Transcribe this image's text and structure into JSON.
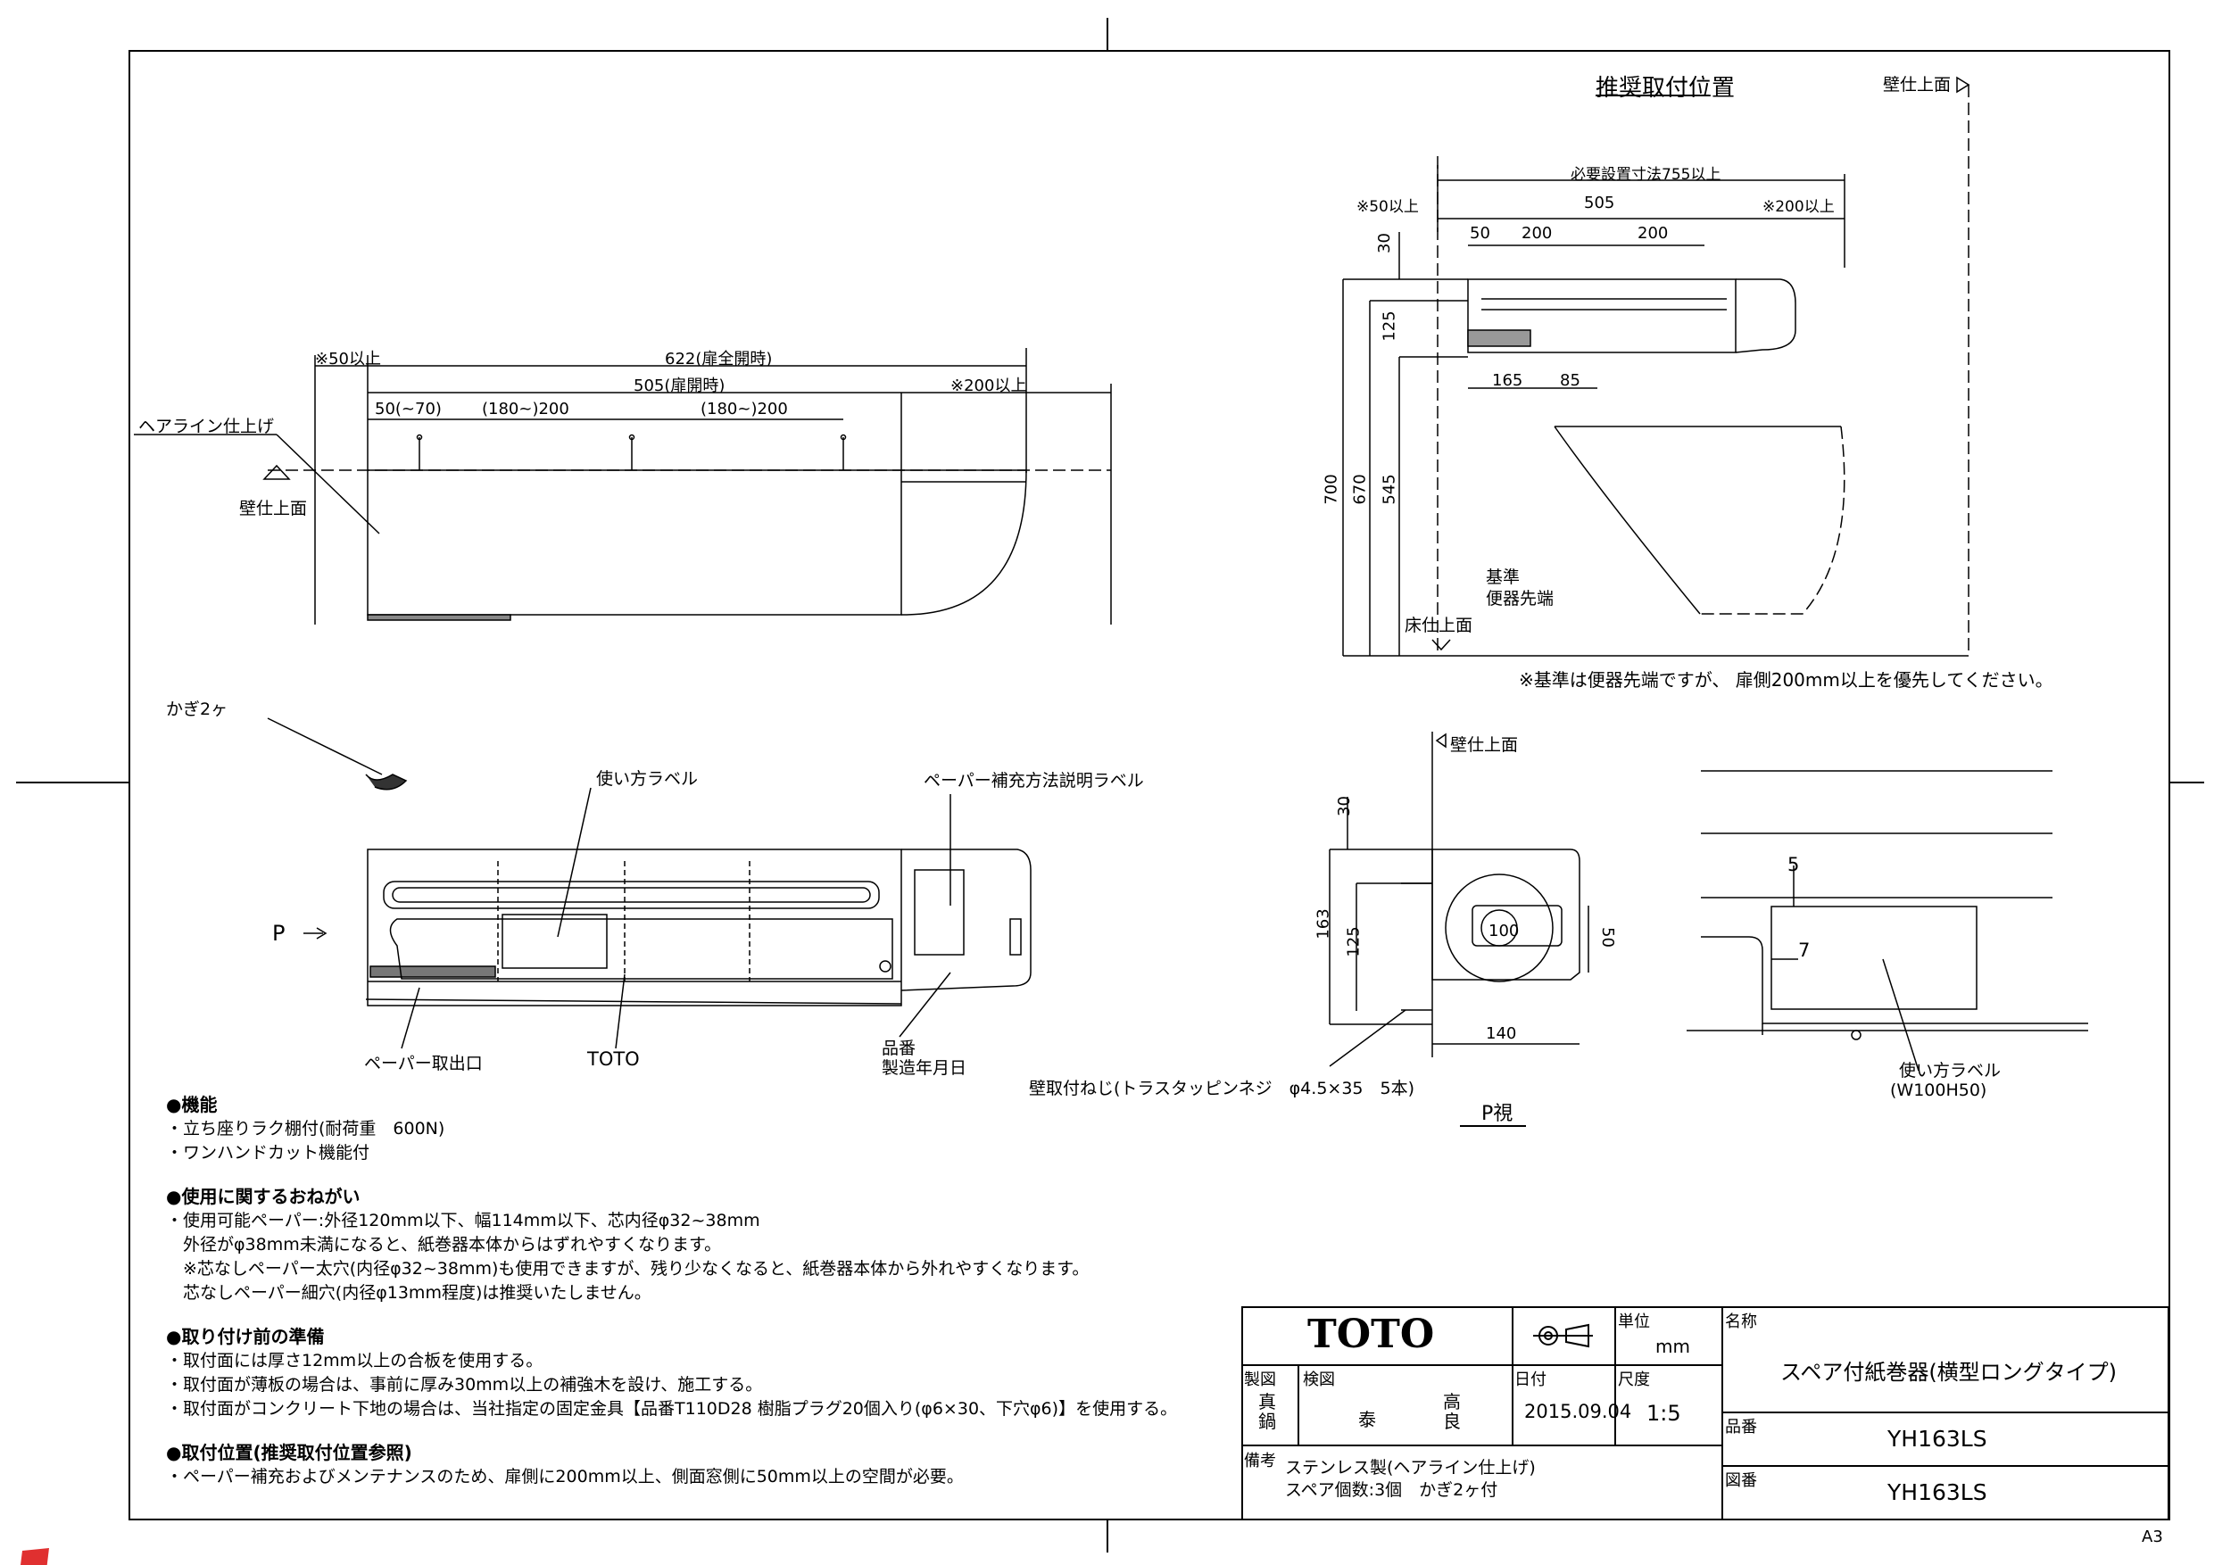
{
  "drawing_labels": {
    "hairline": "ヘアライン仕上げ",
    "wall_surface": "壁仕上面",
    "wall_surface2": "壁仕上面",
    "wall_surface3": "壁仕上面",
    "floor_surface": "床仕上面",
    "hooks": "かぎ2ヶ",
    "usage_label": "使い方ラベル",
    "refill_label": "ペーパー補充方法説明ラベル",
    "paper_outlet": "ペーパー取出口",
    "toto_mark": "TOTO",
    "part_number": "品番",
    "mfg_date": "製造年月日",
    "p_arrow": "P",
    "recommended_position": "推奨取付位置",
    "basis": "基準",
    "toilet_front": "便器先端",
    "basis_note": "※基準は便器先端ですが、 扉側200mm以上を優先してください。",
    "screws": "壁取付ねじ(トラスタッピンネジ　φ4.5×35　5本)",
    "p_view": "P視",
    "usage_label2": "使い方ラベル",
    "usage_label2_size": "(W100H50)",
    "sheet_size": "A3"
  },
  "dimensions": {
    "front": {
      "d50min": "※50以上",
      "d622": "622(扉全開時)",
      "d505": "505(扉開時)",
      "d200min": "※200以上",
      "d50_70": "50(~70)",
      "d180_200a": "(180~)200",
      "d180_200b": "(180~)200"
    },
    "top": {
      "d755": "必要設置寸法755以上",
      "d50min": "※50以上",
      "d505": "505",
      "d200min": "※200以上",
      "d50": "50",
      "d200a": "200",
      "d200b": "200",
      "d30": "30",
      "d125": "125",
      "d700": "700",
      "d670": "670",
      "d545": "545",
      "d165": "165",
      "d85": "85"
    },
    "side": {
      "d30": "30",
      "d163": "163",
      "d125": "125",
      "d100": "100",
      "d50": "50",
      "d140": "140"
    },
    "label": {
      "d5": "5",
      "d7": "7"
    }
  },
  "notes": {
    "features_title": "●機能",
    "features": [
      "・立ち座りラク棚付(耐荷重　600N)",
      "・ワンハンドカット機能付"
    ],
    "usage_title": "●使用に関するおねがい",
    "usage": [
      "・使用可能ペーパー:外径120mm以下、幅114mm以下、芯内径φ32~38mm",
      "　外径がφ38mm未満になると、紙巻器本体からはずれやすくなります。",
      "　※芯なしペーパー太穴(内径φ32~38mm)も使用できますが、残り少なくなると、紙巻器本体から外れやすくなります。",
      "　芯なしペーパー細穴(内径φ13mm程度)は推奨いたしません。"
    ],
    "prep_title": "●取り付け前の準備",
    "prep": [
      "・取付面には厚さ12mm以上の合板を使用する。",
      "・取付面が薄板の場合は、事前に厚み30mm以上の補強木を設け、施工する。",
      "・取付面がコンクリート下地の場合は、当社指定の固定金具【品番T110D28 樹脂プラグ20個入り(φ6×30、下穴φ6)】を使用する。"
    ],
    "position_title": "●取付位置(推奨取付位置参照)",
    "position": [
      "・ペーパー補充およびメンテナンスのため、扉側に200mm以上、側面窓側に50mm以上の空間が必要。"
    ]
  },
  "title_block": {
    "logo": "TOTO",
    "unit_label": "単位",
    "unit": "mm",
    "name_label": "名称",
    "name": "スペア付紙巻器(横型ロングタイプ)",
    "drawn_label": "製図",
    "drawn": "真鍋",
    "checked_label": "検図",
    "checked": "泰",
    "approved": "高良",
    "date_label": "日付",
    "date": "2015.09.04",
    "scale_label": "尺度",
    "scale": "1:5",
    "product_no_label": "品番",
    "product_no": "YH163LS",
    "remarks_label": "備考",
    "remarks": [
      "ステンレス製(ヘアライン仕上げ)",
      "スペア個数:3個　かぎ2ヶ付"
    ],
    "drawing_no_label": "図番",
    "drawing_no": "YH163LS"
  }
}
